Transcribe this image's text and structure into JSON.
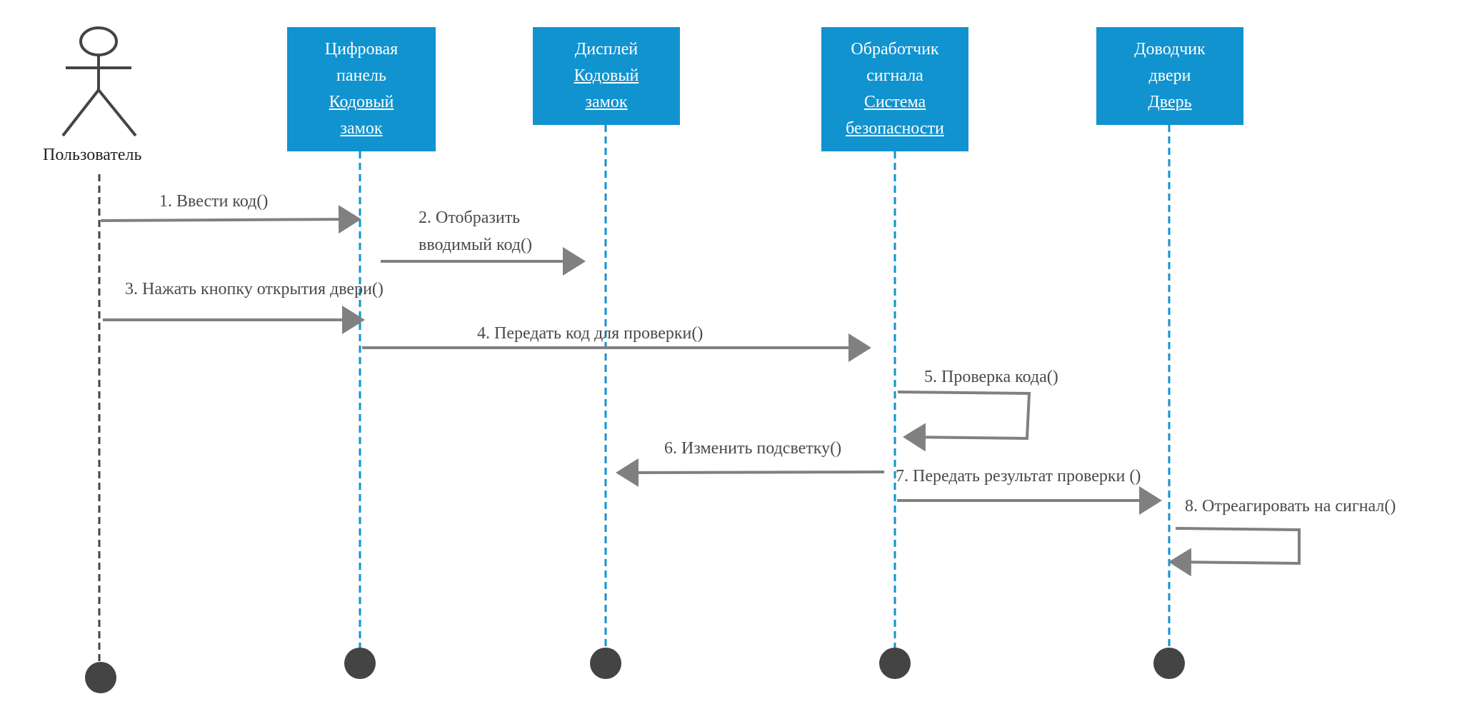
{
  "diagram_type": "sequence",
  "colors": {
    "participant_fill": "#1193cf",
    "participant_text": "#ffffff",
    "lifeline_blue": "#1193cf",
    "lifeline_actor": "#444444",
    "arrow": "#808080",
    "label_text": "#4a4a4a",
    "terminator": "#444444"
  },
  "actor": {
    "label": "Пользователь",
    "icon": "stick-figure-icon"
  },
  "participants": [
    {
      "id": "p1",
      "lines": [
        "Цифровая",
        "панель"
      ],
      "instance_lines": [
        "Кодовый",
        "замок"
      ]
    },
    {
      "id": "p2",
      "lines": [
        "Дисплей"
      ],
      "instance_lines": [
        "Кодовый",
        "замок"
      ]
    },
    {
      "id": "p3",
      "lines": [
        "Обработчик",
        "сигнала"
      ],
      "instance_lines": [
        "Система",
        "безопасности"
      ]
    },
    {
      "id": "p4",
      "lines": [
        "Доводчик",
        "двери"
      ],
      "instance_lines": [
        "Дверь"
      ]
    }
  ],
  "messages": [
    {
      "label": "1. Ввести код()",
      "from": "actor",
      "to": "p1"
    },
    {
      "label_lines": [
        "2. Отобразить",
        "вводимый код()"
      ],
      "from": "p1",
      "to": "p2"
    },
    {
      "label": "3. Нажать кнопку открытия двери()",
      "from": "actor",
      "to": "p1"
    },
    {
      "label": "4. Передать код для проверки()",
      "from": "p1",
      "to": "p3"
    },
    {
      "label": "5. Проверка кода()",
      "from": "p3",
      "to": "p3"
    },
    {
      "label": "6. Изменить  подсветку()",
      "from": "p3",
      "to": "p2"
    },
    {
      "label": "7. Передать результат проверки ()",
      "from": "p3",
      "to": "p4"
    },
    {
      "label": "8. Отреагировать на сигнал()",
      "from": "p4",
      "to": "p4"
    }
  ]
}
